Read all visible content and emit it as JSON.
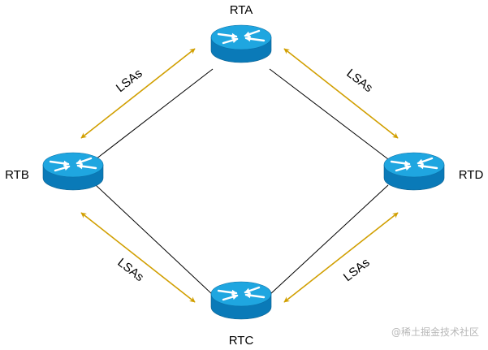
{
  "routers": [
    {
      "id": "rta",
      "label": "RTA"
    },
    {
      "id": "rtb",
      "label": "RTB"
    },
    {
      "id": "rtc",
      "label": "RTC"
    },
    {
      "id": "rtd",
      "label": "RTD"
    }
  ],
  "lsa_labels": [
    "LSAs",
    "LSAs",
    "LSAs",
    "LSAs"
  ],
  "watermark": "@稀土掘金技术社区",
  "colors": {
    "router_top": "#1fa6e0",
    "router_side": "#0a7ab8",
    "arrow": "#d19f00",
    "link": "#000000"
  },
  "icons": {
    "router": "router-icon",
    "arrow": "double-arrow-icon"
  }
}
